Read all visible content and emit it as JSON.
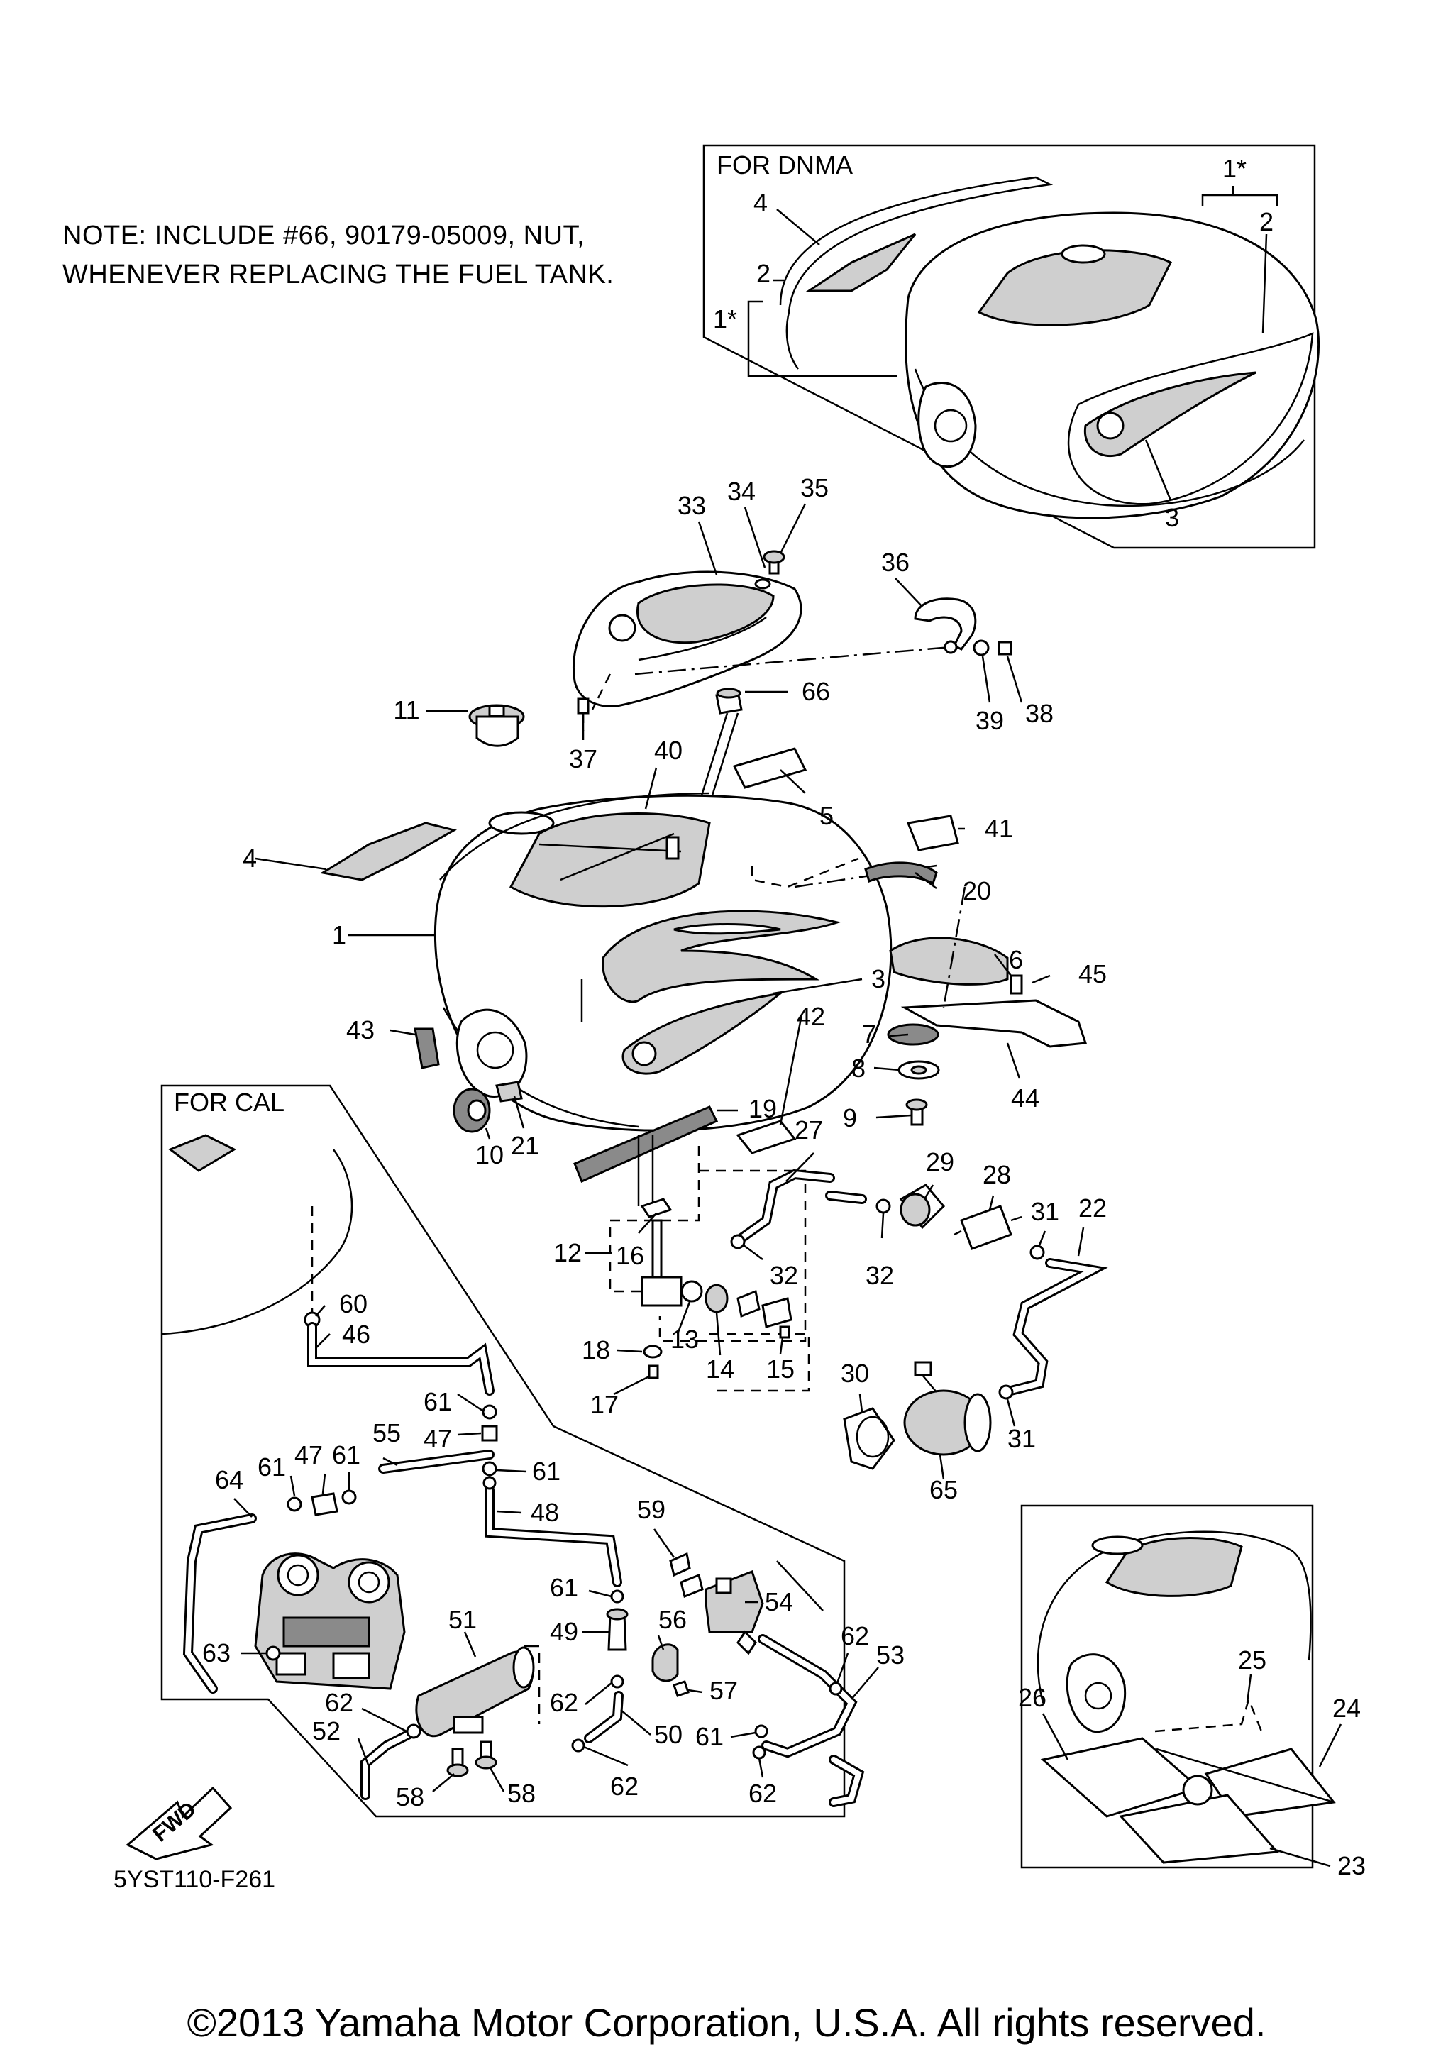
{
  "note": {
    "line1": "NOTE: INCLUDE #66, 90179-05009, NUT,",
    "line2": "WHENEVER REPLACING THE FUEL TANK."
  },
  "insets": {
    "dnma": "FOR DNMA",
    "cal": "FOR CAL"
  },
  "callouts": {
    "c1": "1",
    "c2": "2",
    "c3": "3",
    "c4": "4",
    "c5": "5",
    "c6": "6",
    "c7": "7",
    "c8": "8",
    "c9": "9",
    "c10": "10",
    "c11": "11",
    "c12": "12",
    "c13": "13",
    "c14": "14",
    "c15": "15",
    "c16": "16",
    "c17": "17",
    "c18": "18",
    "c19": "19",
    "c20": "20",
    "c21": "21",
    "c22": "22",
    "c23": "23",
    "c24": "24",
    "c25": "25",
    "c26": "26",
    "c27": "27",
    "c28": "28",
    "c29": "29",
    "c30": "30",
    "c31": "31",
    "c32": "32",
    "c33": "33",
    "c34": "34",
    "c35": "35",
    "c36": "36",
    "c37": "37",
    "c38": "38",
    "c39": "39",
    "c40": "40",
    "c41": "41",
    "c42": "42",
    "c43": "43",
    "c44": "44",
    "c45": "45",
    "c46": "46",
    "c47": "47",
    "c48": "48",
    "c49": "49",
    "c50": "50",
    "c51": "51",
    "c52": "52",
    "c53": "53",
    "c54": "54",
    "c55": "55",
    "c56": "56",
    "c57": "57",
    "c58": "58",
    "c59": "59",
    "c60": "60",
    "c61": "61",
    "c62": "62",
    "c63": "63",
    "c64": "64",
    "c65": "65",
    "c66": "66",
    "c1star": "1*"
  },
  "fwd_label": "FWD",
  "drawing_code": "5YST110-F261",
  "copyright": "©2013 Yamaha Motor Corporation, U.S.A. All rights reserved."
}
